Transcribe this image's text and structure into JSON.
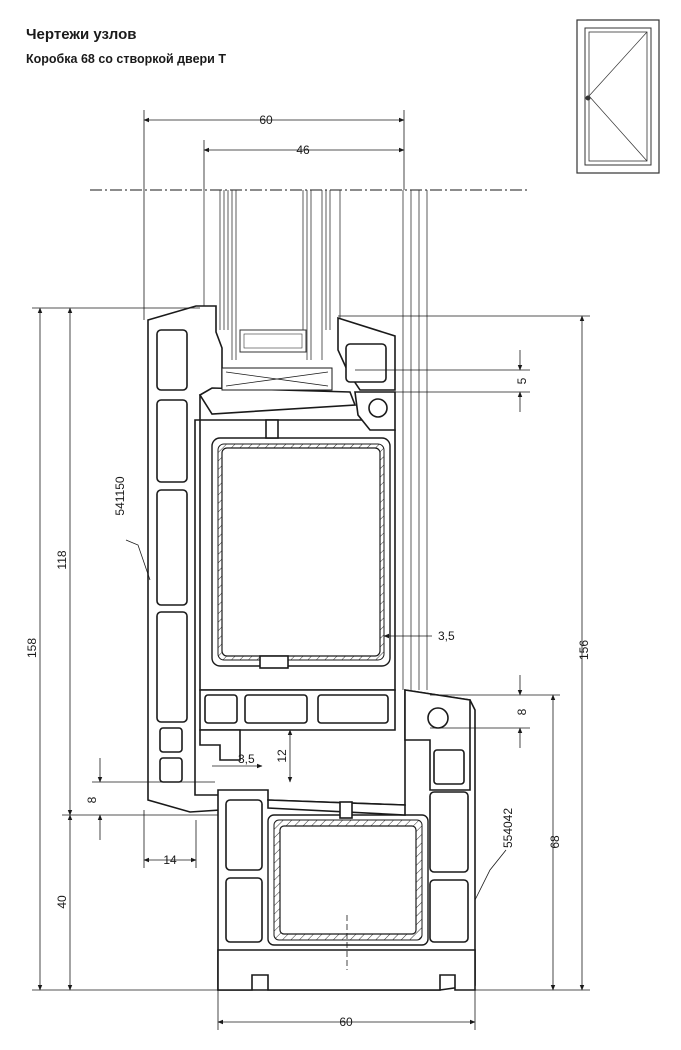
{
  "header": {
    "title": "Чертежи узлов",
    "subtitle": "Коробка 68 со створкой двери Т"
  },
  "dimensions": {
    "top_width": "60",
    "glazing_width": "46",
    "bottom_width": "60",
    "left_offset": "14",
    "overall_height_left": "158",
    "overall_height_right": "156",
    "sash_height": "118",
    "frame_height": "40",
    "frame_height_right": "68",
    "gap_top": "5",
    "gap_right": "8",
    "gap_left": "8",
    "clearance_upper": "3,5",
    "clearance_lower": "3,5",
    "overlap": "12"
  },
  "profiles": {
    "sash_code": "541150",
    "frame_code": "554042"
  }
}
